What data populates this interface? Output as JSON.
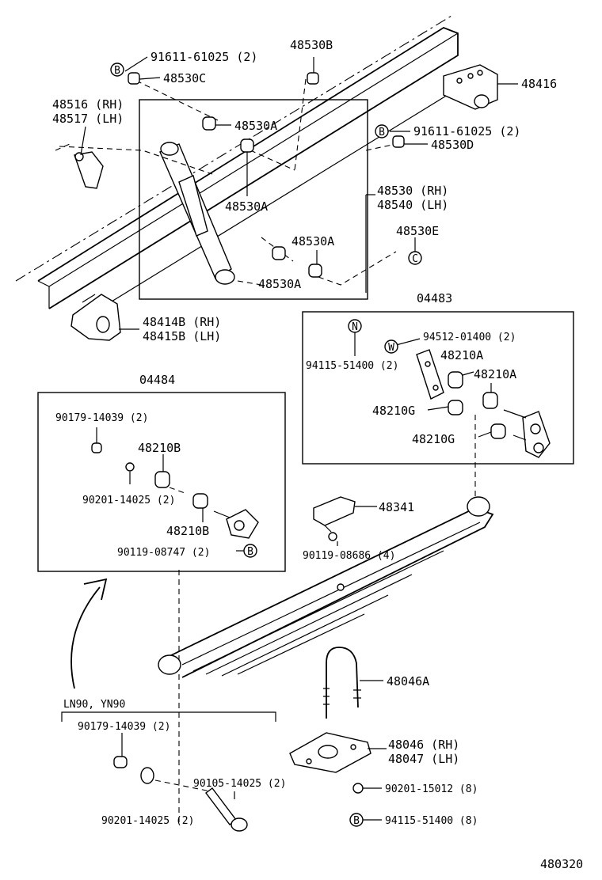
{
  "labels": {
    "p91611_top": "91611-61025 (2)",
    "p48530C": "48530C",
    "p48530B": "48530B",
    "p48416": "48416",
    "p48516": "48516 (RH)",
    "p48517": "48517 (LH)",
    "p48530A_1": "48530A",
    "p91611_right": "91611-61025 (2)",
    "p48530D": "48530D",
    "p48530A_2": "48530A",
    "p48530": "48530 (RH)",
    "p48540": "48540 (LH)",
    "p48530A_3": "48530A",
    "p48530E": "48530E",
    "p48530A_4": "48530A",
    "p48414B": "48414B (RH)",
    "p48415B": "48415B (LH)",
    "p04483": "04483",
    "p94512": "94512-01400 (2)",
    "p48210A_1": "48210A",
    "p94115_box": "94115-51400 (2)",
    "p48210A_2": "48210A",
    "p48210G_1": "48210G",
    "p48210G_2": "48210G",
    "p04484": "04484",
    "p90179_box": "90179-14039 (2)",
    "p48210B_1": "48210B",
    "p90201_box": "90201-14025 (2)",
    "p48210B_2": "48210B",
    "p90119_box": "90119-08747 (2)",
    "p48341": "48341",
    "p90119_86": "90119-08686 (4)",
    "p48046A": "48046A",
    "p_ln90": "LN90, YN90",
    "p90179_bot": "90179-14039 (2)",
    "p48046": "48046 (RH)",
    "p48047": "48047 (LH)",
    "p90105": "90105-14025 (2)",
    "p90201_15012": "90201-15012 (8)",
    "p90201_bot": "90201-14025 (2)",
    "p94115_bot": "94115-51400 (8)",
    "figure_code": "480320"
  },
  "symbols": {
    "b": "B",
    "c": "C",
    "n": "N",
    "w": "W"
  }
}
